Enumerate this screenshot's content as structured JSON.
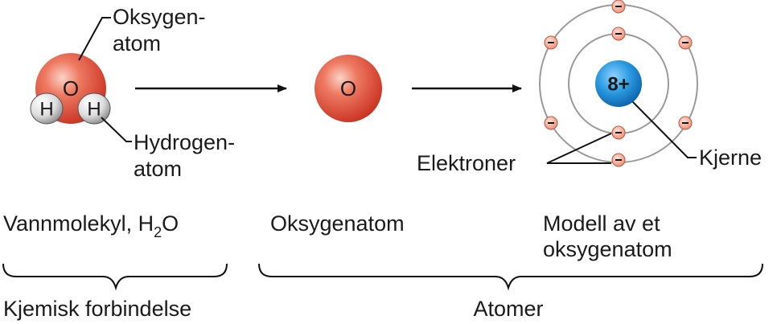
{
  "water": {
    "oxygen_symbol": "O",
    "hydrogen_symbol": "H",
    "oxygen_label_line1": "Oksygen-",
    "oxygen_label_line2": "atom",
    "hydrogen_label_line1": "Hydrogen-",
    "hydrogen_label_line2": "atom",
    "caption_main": "Vannmolekyl, H",
    "caption_sub": "2",
    "caption_tail": "O"
  },
  "oxygen_atom": {
    "symbol": "O",
    "caption": "Oksygenatom"
  },
  "atom_model": {
    "nucleus_charge": "8+",
    "electron_symbol": "−",
    "electrons_label": "Elektroner",
    "nucleus_label": "Kjerne",
    "caption_line1": "Modell av et",
    "caption_line2": "oksygenatom",
    "inner_shell_electrons": 2,
    "outer_shell_electrons": 6
  },
  "groups": {
    "compound_label": "Kjemisk forbindelse",
    "atoms_label": "Atomer"
  },
  "colors": {
    "oxygen_red": "#d8392b",
    "electron_fill": "#f4a08a",
    "nucleus_blue": "#1f8fd6",
    "hydrogen_gray": "#d9d9d9",
    "orbit_gray": "#9a9a9a"
  }
}
